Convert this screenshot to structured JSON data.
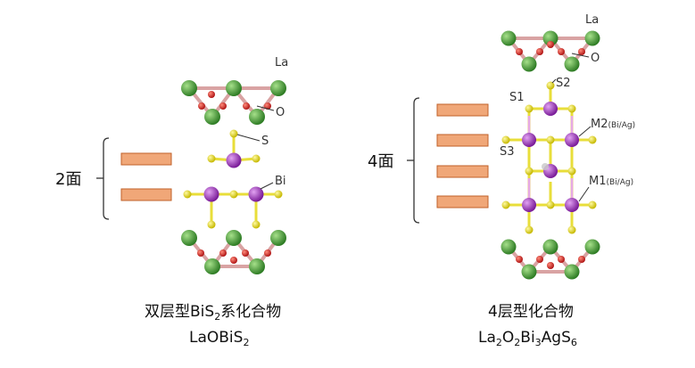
{
  "left": {
    "count_label": "2面",
    "caption_line1_pre": "双层型BiS",
    "caption_line1_sub": "2",
    "caption_line1_post": "系化合物",
    "caption_line2_pre": "LaOBiS",
    "caption_line2_sub": "2",
    "labels": {
      "la": "La",
      "o": "O",
      "s": "S",
      "bi": "Bi"
    }
  },
  "right": {
    "count_label": "4面",
    "caption_line1": "4层型化合物",
    "caption_line2": {
      "la": "La",
      "la_n": "2",
      "o": "O",
      "o_n": "2",
      "bi": "Bi",
      "bi_n": "3",
      "ag": "Ag",
      "s": "S",
      "s_n": "6"
    },
    "labels": {
      "la": "La",
      "o": "O",
      "s1": "S1",
      "s2": "S2",
      "s3": "S3",
      "m2": "M2",
      "m2_sub": "(Bi/Ag)",
      "m1": "M1",
      "m1_sub": "(Bi/Ag)"
    }
  },
  "colors": {
    "la_atom": "#4ea33c",
    "o_atom": "#d9282a",
    "s_atom": "#e6d91f",
    "bi_atom": "#a335c7",
    "ag_atom": "#b8b8b8",
    "bond": "#d6a0a0",
    "plane_fill": "#f0a778",
    "plane_stroke": "#c0622a"
  }
}
